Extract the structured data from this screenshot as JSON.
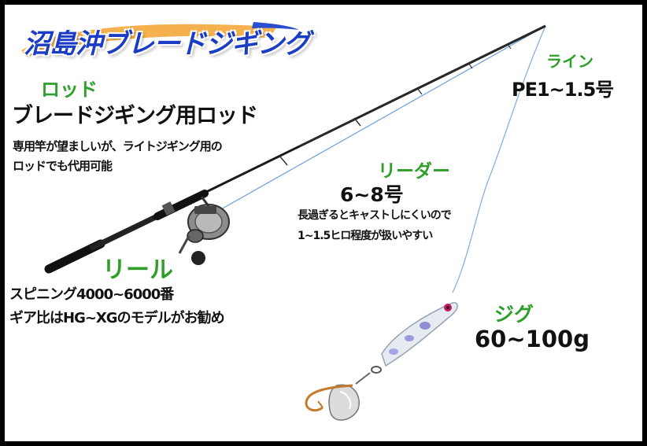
{
  "title": "沼島沖ブレードジギング",
  "rod": {
    "heading": "ロッド",
    "name": "ブレードジギング用ロッド",
    "note_line1": "専用竿が望ましいが、ライトジギング用の",
    "note_line2": "ロッドでも代用可能"
  },
  "reel": {
    "heading": "リール",
    "line1": "スピニング4000~6000番",
    "line2": "ギア比はHG~XGのモデルがお勧め"
  },
  "line": {
    "heading": "ライン",
    "spec": "PE1~1.5号"
  },
  "leader": {
    "heading": "リーダー",
    "spec": "6~8号",
    "note_line1": "長過ぎるとキャストしにくいので",
    "note_line2": "1~1.5ヒロ程度が扱いやすい"
  },
  "jig": {
    "heading": "ジグ",
    "spec": "60~100g"
  },
  "colors": {
    "frame": "#000000",
    "heading_green": "#2f9e2a",
    "title_blue": "#1b3cc4",
    "title_swoosh": "#f4a93a",
    "fishing_line": "#6f9ed6"
  }
}
